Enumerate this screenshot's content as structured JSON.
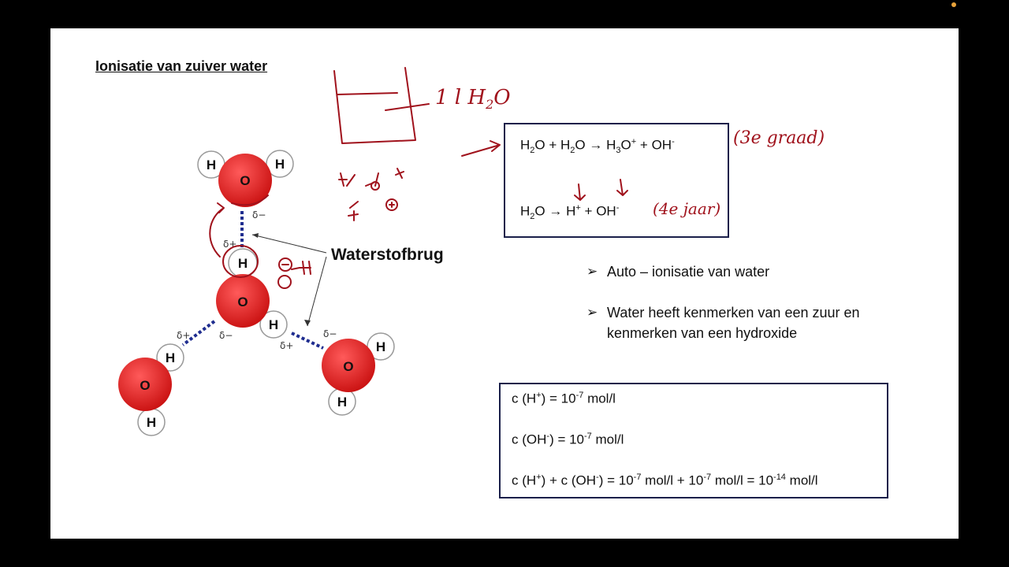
{
  "slide": {
    "title": "Ionisatie van zuiver water",
    "diagram_label": "Waterstofbrug",
    "atoms": {
      "oxygen": "O",
      "hydrogen": "H"
    },
    "charges": {
      "plus": "δ+",
      "minus": "δ−"
    }
  },
  "box1": {
    "eq1": {
      "r1": "H",
      "r1s": "2",
      "r1e": "O + H",
      "r2s": "2",
      "r2e": "O",
      "arrow": "→",
      "p1": "H",
      "p1s": "3",
      "p1e": "O",
      "p1c": "+",
      "plus": " +  ",
      "p2": "OH",
      "p2c": "-"
    },
    "eq2": {
      "r1": "H",
      "r1s": "2",
      "r1e": "O",
      "arrow": "→",
      "p1": "H",
      "p1c": "+",
      "plus": " +  ",
      "p2": "OH",
      "p2c": "-"
    }
  },
  "bullets": [
    {
      "text": "Auto – ionisatie van water"
    },
    {
      "line1": "Water heeft kenmerken van een zuur en",
      "line2": "kenmerken van een hydroxide"
    }
  ],
  "box2": {
    "l1": {
      "a": "c (H",
      "ac": "+",
      "b": ") = 10",
      "be": "-7",
      "c": " mol/l"
    },
    "l2": {
      "a": "c (OH",
      "ac": "-",
      "b": ") = 10",
      "be": "-7",
      "c": " mol/l"
    },
    "l3": {
      "a": "c (H",
      "ac": "+",
      "b": ") + c (OH",
      "bc": "-",
      "c": ")  = 10",
      "ce": "-7",
      "d": " mol/l + 10",
      "de": "-7",
      "e": " mol/l = 10",
      "ee": "-14",
      "f": " mol/l"
    }
  },
  "handwriting": {
    "volume": "1 l H",
    "volume_sub": "2",
    "volume_end": "O",
    "grade3": "(3e graad)",
    "grade4": "(4e jaar)"
  },
  "colors": {
    "ink": "#a0121c",
    "oxygen": "#e01b1b",
    "bond": "#1f2d8f",
    "box_border": "#1a1f4a"
  }
}
